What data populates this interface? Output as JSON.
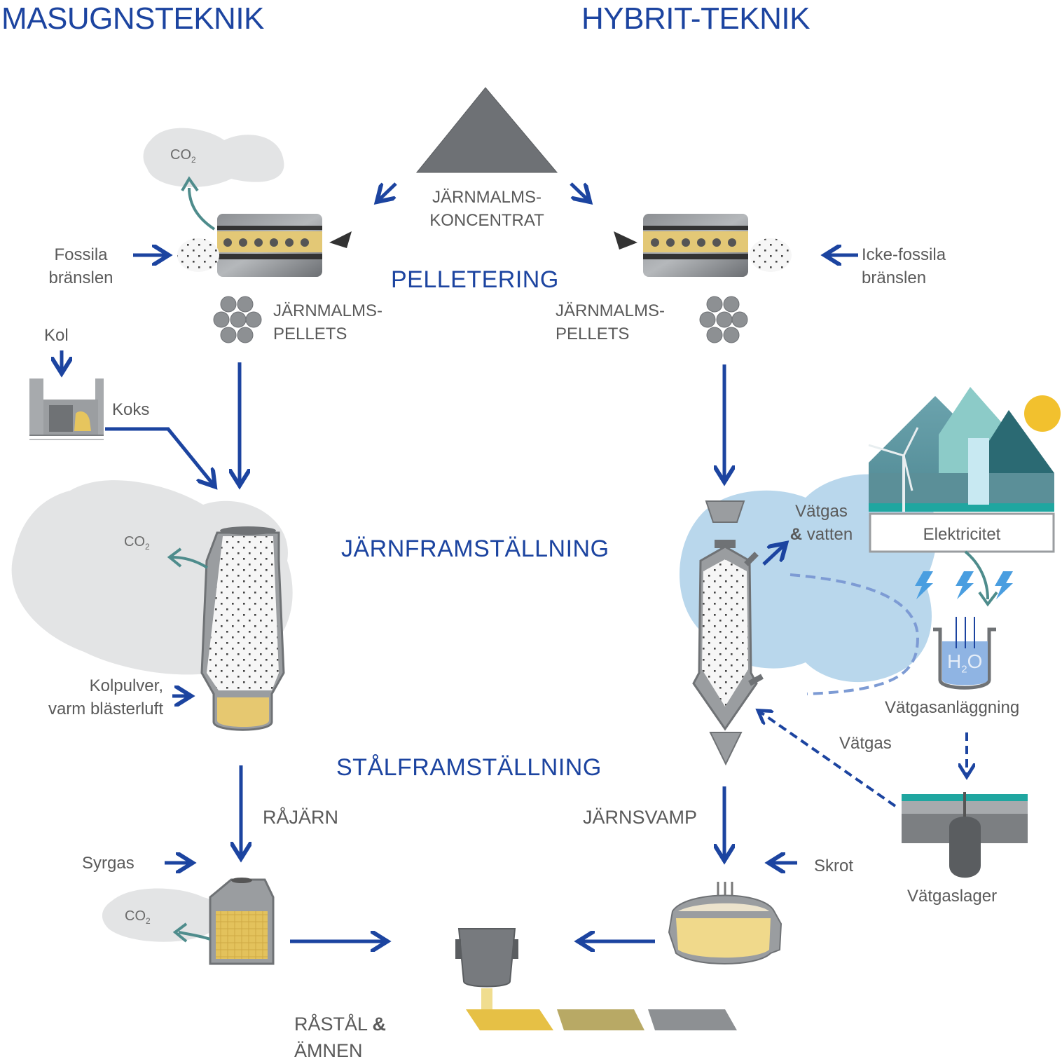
{
  "headings": {
    "left": "MASUGNSTEKNIK",
    "right": "HYBRIT-TEKNIK"
  },
  "stages": {
    "pelletering": "PELLETERING",
    "jarnframstallning": "JÄRNFRAMSTÄLLNING",
    "stalframstallning": "STÅLFRAMSTÄLLNING"
  },
  "top": {
    "concentrate_line1": "JÄRNMALMS-",
    "concentrate_line2": "KONCENTRAT"
  },
  "left": {
    "fuel_line1": "Fossila",
    "fuel_line2": "bränslen",
    "co2_pellet": "CO",
    "pellets_line1": "JÄRNMALMS-",
    "pellets_line2": "PELLETS",
    "kol": "Kol",
    "koks": "Koks",
    "co2_furnace": "CO",
    "kolpulver_line1": "Kolpulver,",
    "kolpulver_line2": "varm blästerluft",
    "rajarn": "RÅJÄRN",
    "syrgas": "Syrgas",
    "co2_converter": "CO",
    "co2_sub": "2"
  },
  "right": {
    "fuel_line1": "Icke-fossila",
    "fuel_line2": "bränslen",
    "pellets_line1": "JÄRNMALMS-",
    "pellets_line2": "PELLETS",
    "gas_line1": "Vätgas",
    "gas_amp": "&",
    "gas_line2": " vatten",
    "elektricitet": "Elektricitet",
    "h2o": "H",
    "h2o_sub": "2",
    "h2o_o": "O",
    "vatgasanlaggning": "Vätgasanläggning",
    "vatgas": "Vätgas",
    "vatgaslager": "Vätgaslager",
    "jarnsvamp": "JÄRNSVAMP",
    "skrot": "Skrot"
  },
  "bottom": {
    "rastal_line1": "RÅSTÅL ",
    "rastal_amp": "&",
    "rastal_line2": "ÄMNEN"
  },
  "colors": {
    "blue": "#1c44a0",
    "teal_arrow": "#4e8c8c",
    "smoke": "#e3e4e5",
    "water_cloud": "#b9d7ec",
    "steel_dark": "#6f7275",
    "steel_light": "#b8babd",
    "gold": "#e9c862",
    "sun": "#f2c12e",
    "mountain_teal": "#2b6a73",
    "dashed_blue": "#7d9bd4"
  }
}
